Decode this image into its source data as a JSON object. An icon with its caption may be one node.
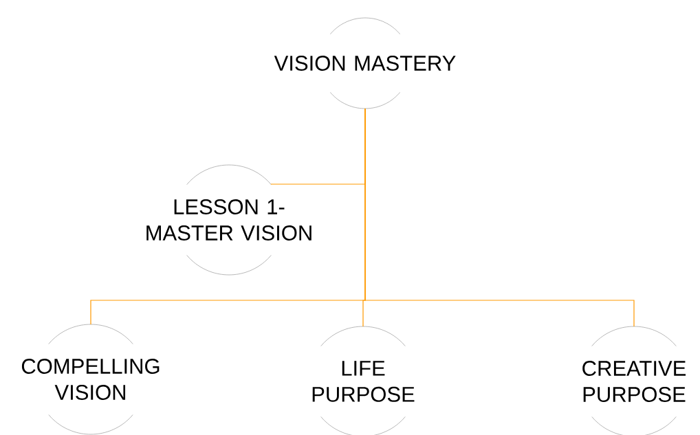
{
  "diagram": {
    "nodes": [
      {
        "text": [
          "VISION MASTERY"
        ]
      },
      {
        "text": [
          "LESSON 1- MASTER VISION"
        ]
      },
      {
        "text": [
          "COMPELLING VISION"
        ]
      },
      {
        "text": [
          "LIFE PURPOSE"
        ]
      },
      {
        "text": [
          "CREATIVE PURPOSE"
        ]
      }
    ],
    "edges": [
      {
        "from": 0,
        "to": 1,
        "arrow": "none"
      },
      {
        "from": 0,
        "to": 2,
        "arrow": "none"
      },
      {
        "from": 0,
        "to": 3,
        "arrow": "none"
      },
      {
        "from": 0,
        "to": 4,
        "arrow": "none"
      }
    ]
  }
}
